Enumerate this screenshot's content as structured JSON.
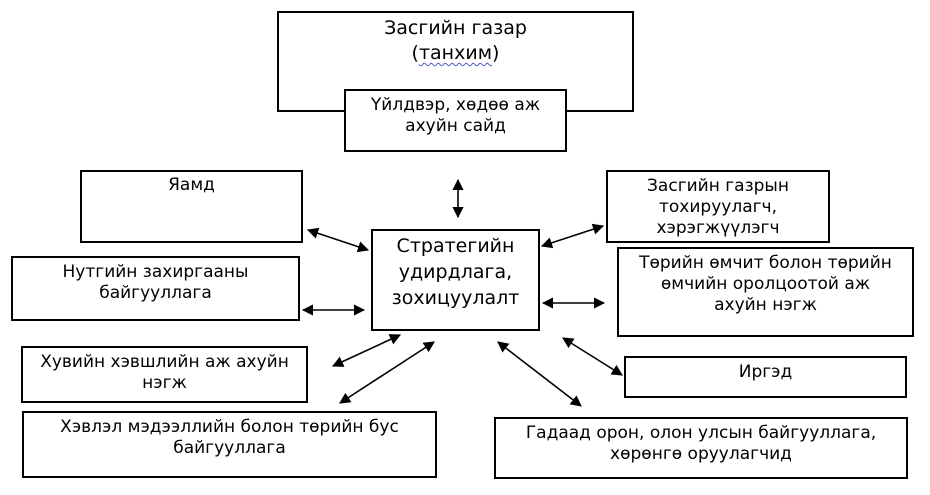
{
  "government": {
    "line1": "Засгийн газар",
    "line2_open": "(",
    "line2_word": "танхим",
    "line2_close": ")"
  },
  "sector": {
    "line1": "Үйлдвэр, хөдөө аж",
    "line2": "ахуйн сайд"
  },
  "center": {
    "line1": "Стратегийн",
    "line2": "удирдлага,",
    "line3": "зохицуулалт"
  },
  "left_nodes": {
    "ministry": {
      "line1": "Яамд"
    },
    "local_gov": {
      "line1": "Нутгийн захиргааны",
      "line2": "байгууллага"
    },
    "private": {
      "line1": "Хувийн хэвшлийн аж ахуйн",
      "line2": "нэгж"
    },
    "media": {
      "line1": "Хэвлэл мэдээллийн болон төрийн бус",
      "line2": "байгууллага"
    }
  },
  "right_nodes": {
    "coordinator": {
      "line1": "Засгийн газрын",
      "line2": "тохируулагч,",
      "line3": "хэрэгжүүлэгч"
    },
    "state_owned": {
      "line1": "Төрийн өмчит болон төрийн",
      "line2": "өмчийн оролцоотой аж",
      "line3": "ахуйн нэгж"
    },
    "citizens": {
      "line1": "Иргэд"
    },
    "foreign": {
      "line1": "Гадаад орон, олон улсын байгууллага,",
      "line2": "хөрөнгө оруулагчид"
    }
  }
}
